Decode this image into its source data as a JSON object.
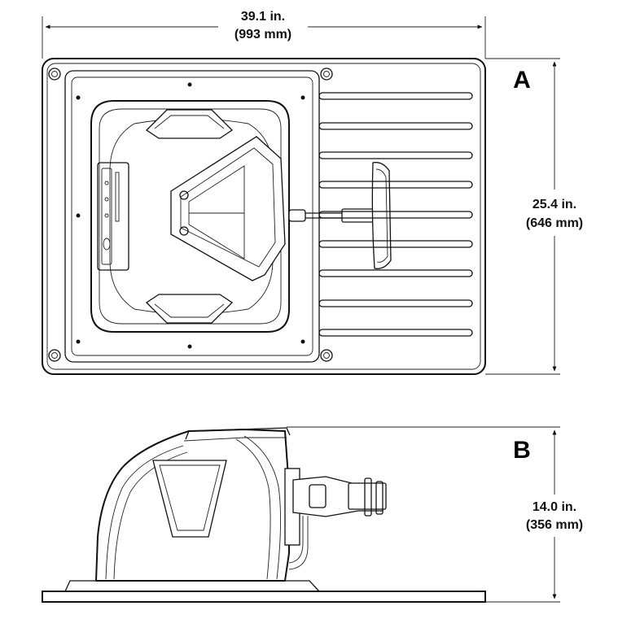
{
  "views": {
    "a": {
      "letter": "A",
      "width_inches": "39.1 in.",
      "width_mm": "(993 mm)",
      "depth_inches": "25.4 in.",
      "depth_mm": "(646 mm)"
    },
    "b": {
      "letter": "B",
      "height_inches": "14.0 in.",
      "height_mm": "(356 mm)"
    }
  }
}
